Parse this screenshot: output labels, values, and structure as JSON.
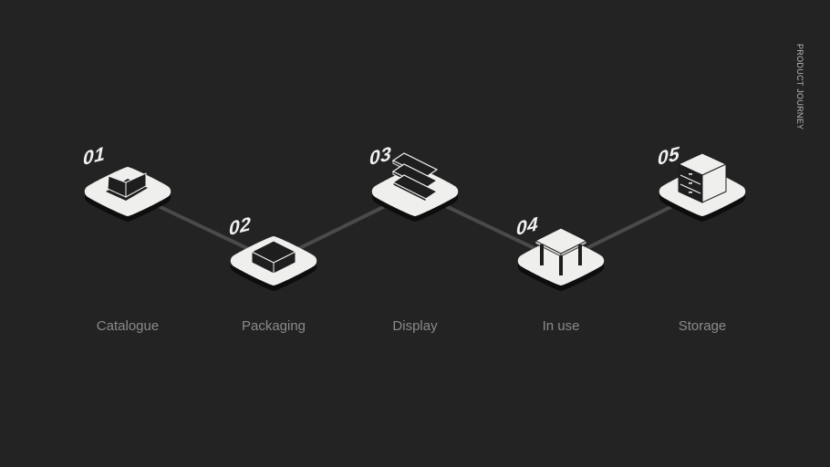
{
  "side_label": "PRODUCT JOURNEY",
  "steps": [
    {
      "number": "01",
      "label": "Catalogue",
      "icon": "open-book-icon"
    },
    {
      "number": "02",
      "label": "Packaging",
      "icon": "box-icon"
    },
    {
      "number": "03",
      "label": "Display",
      "icon": "stacked-panels-icon"
    },
    {
      "number": "04",
      "label": "In use",
      "icon": "table-icon"
    },
    {
      "number": "05",
      "label": "Storage",
      "icon": "cabinet-icon"
    }
  ],
  "colors": {
    "background": "#232323",
    "tile": "#efefee",
    "tile_shadow": "#0d0d0d",
    "connector": "#4a4a4a",
    "icon_dark": "#1e1e1e",
    "label": "#8a8a8a"
  }
}
